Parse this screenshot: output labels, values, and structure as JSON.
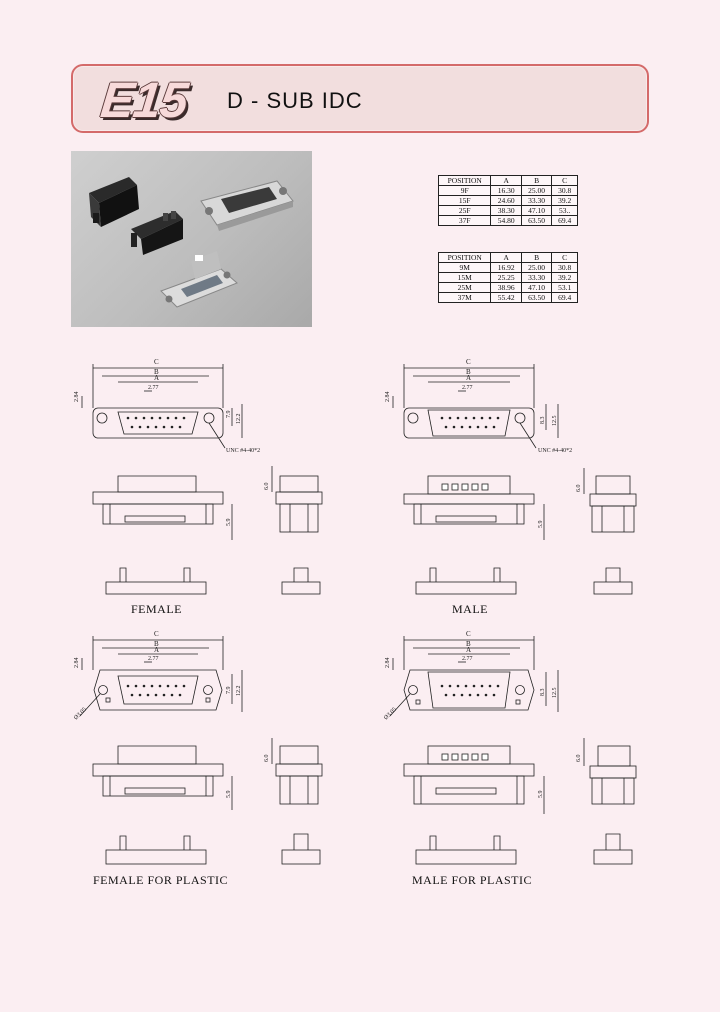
{
  "header": {
    "logo": "E15",
    "title": "D - SUB  IDC"
  },
  "female_table": {
    "headers": [
      "POSITION",
      "A",
      "B",
      "C"
    ],
    "rows": [
      [
        "9F",
        "16.30",
        "25.00",
        "30.8"
      ],
      [
        "15F",
        "24.60",
        "33.30",
        "39.2"
      ],
      [
        "25F",
        "38.30",
        "47.10",
        "53.."
      ],
      [
        "37F",
        "54.80",
        "63.50",
        "69.4"
      ]
    ]
  },
  "male_table": {
    "headers": [
      "POSITION",
      "A",
      "B",
      "C"
    ],
    "rows": [
      [
        "9M",
        "16.92",
        "25.00",
        "30.8"
      ],
      [
        "15M",
        "25.25",
        "33.30",
        "39.2"
      ],
      [
        "25M",
        "38.96",
        "47.10",
        "53.1"
      ],
      [
        "37M",
        "55.42",
        "63.50",
        "69.4"
      ]
    ]
  },
  "dims": {
    "c": "C",
    "b": "B",
    "a": "A",
    "pitch": "2.77",
    "top_offset": "2.84",
    "height_inner": "7.9",
    "height_outer": "12.5",
    "height_inner_male": "8.3",
    "height_outer_female": "12.2",
    "thread": "UNC #4-40*2",
    "side_height": "6.0",
    "body_height": "5.9",
    "hole": "Ø3.05"
  },
  "captions": {
    "female": "FEMALE",
    "male": "MALE",
    "female_plastic": "FEMALE FOR PLASTIC",
    "male_plastic": "MALE FOR PLASTIC"
  }
}
